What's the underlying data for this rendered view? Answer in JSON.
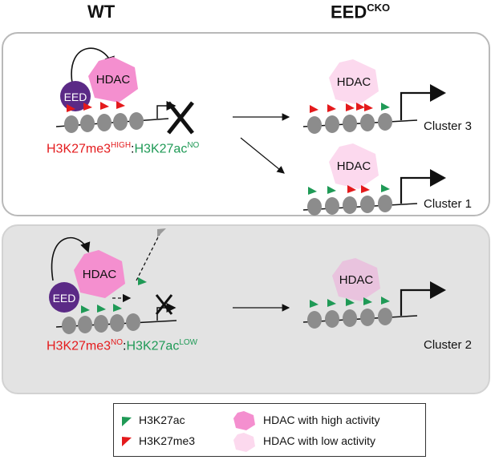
{
  "headers": {
    "wt": "WT",
    "eed": "EED",
    "eed_sup": "CKO"
  },
  "labels": {
    "eed": "EED",
    "hdac": "HDAC"
  },
  "clusters": {
    "c3": "Cluster 3",
    "c1": "Cluster 1",
    "c2": "Cluster 2"
  },
  "state1": {
    "mark1": "H3K27me3",
    "sup1": "HIGH",
    "sep": ":",
    "mark2": "H3K27ac",
    "sup2": "NO"
  },
  "state2": {
    "mark1": "H3K27me3",
    "sup1": "NO",
    "sep": ":",
    "mark2": "H3K27ac",
    "sup2": "LOW"
  },
  "legend": {
    "ac": "H3K27ac",
    "me3": "H3K27me3",
    "high": "HDAC with high activity",
    "low": "HDAC with low activity"
  },
  "colors": {
    "ac": "#1f9a56",
    "me3": "#e41a1c",
    "hdac_high": "#f48fcf",
    "hdac_low": "#fcd9ee",
    "eed": "#5b2a86",
    "nucleosome": "#8c8c8c",
    "panel2_bg": "#e3e3e3"
  }
}
